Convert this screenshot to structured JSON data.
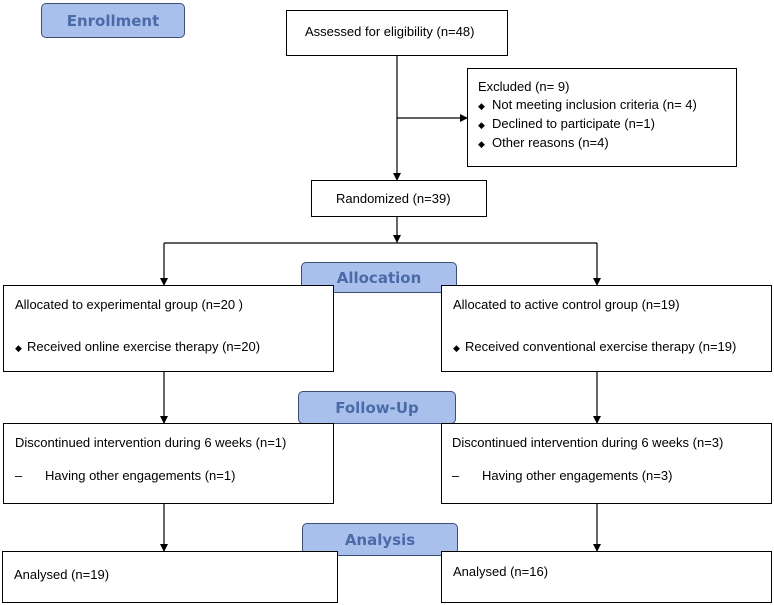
{
  "stages": {
    "enrollment": "Enrollment",
    "allocation": "Allocation",
    "follow_up": "Follow-Up",
    "analysis": "Analysis"
  },
  "assessed": "Assessed for eligibility (n=48)",
  "excluded": {
    "title": "Excluded  (n= 9)",
    "reasons": [
      "Not meeting inclusion criteria (n= 4)",
      "Declined to participate (n=1)",
      "Other reasons (n=4)"
    ]
  },
  "randomized": "Randomized (n=39)",
  "experimental": {
    "allocated": "Allocated to experimental group (n=20 )",
    "received": "Received online exercise therapy (n=20)",
    "discontinued": "Discontinued intervention during 6 weeks (n=1)",
    "reason": "Having other engagements (n=1)",
    "analysed": "Analysed  (n=19)"
  },
  "control": {
    "allocated": "Allocated to active control group (n=19)",
    "received": "Received conventional exercise therapy (n=19)",
    "discontinued": "Discontinued intervention during 6 weeks (n=3)",
    "reason": "Having other engagements (n=3)",
    "analysed": "Analysed  (n=16)"
  },
  "colors": {
    "stage_fill": "#a9c0ec",
    "stage_text": "#4a6aa8",
    "stage_border": "#3b4f73",
    "box_border": "#000000"
  },
  "icons": {
    "bullet": "diamond-bullet-icon",
    "dash": "dash-bullet-icon"
  }
}
